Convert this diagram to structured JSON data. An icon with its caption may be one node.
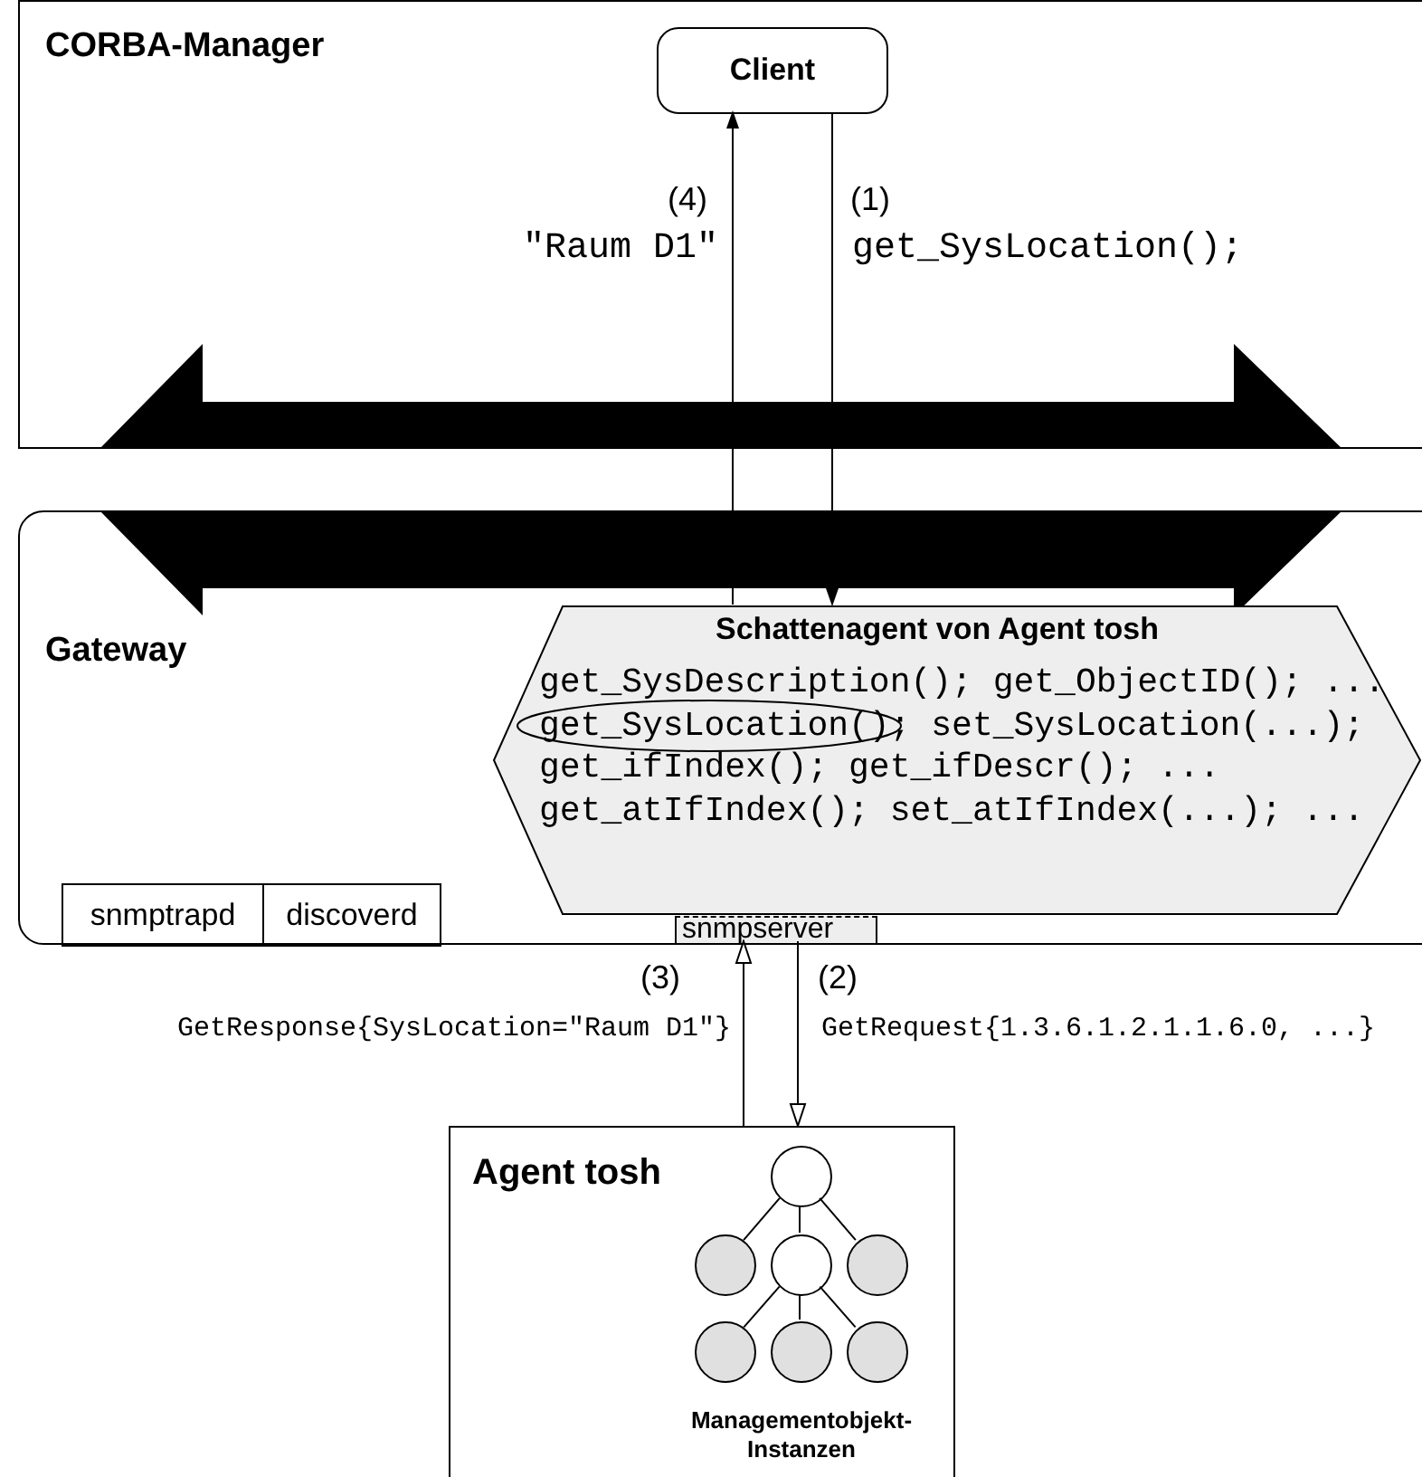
{
  "diagram": {
    "nodes": [
      {
        "text": [
          "CORBA-Manager"
        ]
      },
      {
        "text": [
          "Client"
        ],
        "in": 0
      },
      {
        "text": [
          "Gateway"
        ]
      },
      {
        "text": [
          "Schattenagent von Agent tosh",
          "get_SysDescription(); get_ObjectID(); ...",
          "get_SysLocation(); set_SysLocation(...);",
          "get_ifIndex(); get_ifDescr(); ...",
          "get_atIfIndex(); set_atIfIndex(...); ..."
        ],
        "in": 2
      },
      {
        "text": [
          "snmpserver"
        ],
        "in": 2
      },
      {
        "text": [
          "snmptrapd"
        ],
        "in": 2
      },
      {
        "text": [
          "discoverd"
        ],
        "in": 2
      },
      {
        "text": [
          "Agent tosh",
          "Managementobjekt- Instanzen"
        ]
      },
      {
        "text": [],
        "shape": "circle",
        "in": 7
      },
      {
        "text": [],
        "shape": "circle",
        "in": 7
      },
      {
        "text": [],
        "shape": "circle",
        "in": 7
      },
      {
        "text": [],
        "shape": "circle",
        "in": 7
      },
      {
        "text": [],
        "shape": "circle",
        "in": 7
      },
      {
        "text": [],
        "shape": "circle",
        "in": 7
      },
      {
        "text": [],
        "shape": "circle",
        "in": 7
      }
    ],
    "edges": [
      {
        "from": 1,
        "to": 3,
        "arrow": "to",
        "label": "get_SysLocation();"
      },
      {
        "from": 3,
        "to": 1,
        "arrow": "to",
        "label": "\"Raum D1\""
      },
      {
        "from": 4,
        "to": 7,
        "arrow": "to",
        "label": "GetRequest{1.3.6.1.2.1.1.6.0, ...}"
      },
      {
        "from": 7,
        "to": 4,
        "arrow": "to",
        "label": "GetResponse{SysLocation=\"Raum D1\"}"
      },
      {
        "from": 8,
        "to": 9,
        "arrow": "none"
      },
      {
        "from": 8,
        "to": 10,
        "arrow": "none"
      },
      {
        "from": 8,
        "to": 11,
        "arrow": "none"
      },
      {
        "from": 10,
        "to": 12,
        "arrow": "none"
      },
      {
        "from": 10,
        "to": 13,
        "arrow": "none"
      },
      {
        "from": 10,
        "to": 14,
        "arrow": "none"
      }
    ],
    "labels": [
      "(4)",
      "(1)",
      "(3)",
      "(2)"
    ]
  }
}
